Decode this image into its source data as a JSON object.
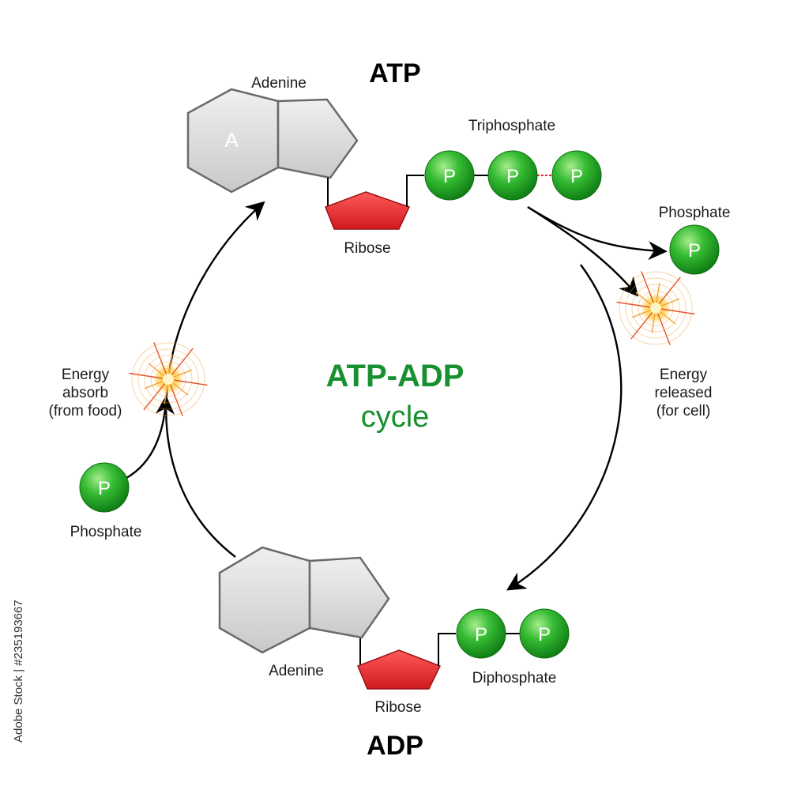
{
  "colors": {
    "phosphate": "#2fae2f",
    "ribose": "#e8262b",
    "adenine": "#d9d9d9",
    "center_text": "#17902f",
    "energy": "#f2a23a"
  },
  "atp": {
    "title": "ATP",
    "adenine_label": "Adenine",
    "adenine_letter": "A",
    "ribose_label": "Ribose",
    "triphosphate_label": "Triphosphate",
    "phosphate_letters": [
      "P",
      "P",
      "P"
    ]
  },
  "adp": {
    "title": "ADP",
    "adenine_label": "Adenine",
    "ribose_label": "Ribose",
    "diphosphate_label": "Diphosphate",
    "phosphate_letters": [
      "P",
      "P"
    ]
  },
  "released": {
    "phosphate_label": "Phosphate",
    "phosphate_letter": "P",
    "energy_lines": [
      "Energy",
      "released",
      "(for cell)"
    ]
  },
  "absorbed": {
    "phosphate_label": "Phosphate",
    "phosphate_letter": "P",
    "energy_lines": [
      "Energy",
      "absorb",
      "(from food)"
    ]
  },
  "center": {
    "line1": "ATP-ADP",
    "line2": "cycle"
  },
  "watermark": "Adobe Stock | #235193667"
}
